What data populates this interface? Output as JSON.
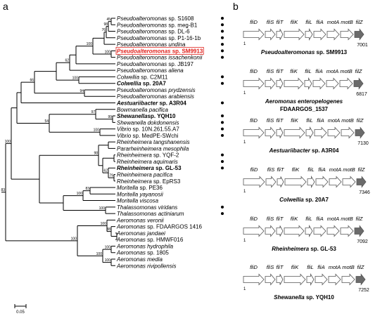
{
  "panels": {
    "a": "a",
    "b": "b"
  },
  "scale_bar": {
    "label": "0.05"
  },
  "tree": {
    "taxa": [
      {
        "genus": "Pseudoalteromonas",
        "rest": " sp. S1608",
        "style": "italic",
        "dot": true
      },
      {
        "genus": "Pseudoalteromonas",
        "rest": " sp. meg-B1",
        "style": "italic",
        "dot": true
      },
      {
        "genus": "Pseudoalteromonas",
        "rest": " sp. DL-6",
        "style": "italic",
        "dot": true
      },
      {
        "genus": "Pseudoalteromonas",
        "rest": " sp. P1-16-1b",
        "style": "italic",
        "dot": true
      },
      {
        "genus": "Pseudoalteromonas undina",
        "rest": "",
        "style": "italic",
        "dot": true
      },
      {
        "genus": "Pseudoalteromonas",
        "rest": " sp. SM9913",
        "style": "red-bold",
        "dot": true
      },
      {
        "genus": "Pseudoalteromonas issachenkonii",
        "rest": "",
        "style": "italic",
        "dot": true
      },
      {
        "genus": "Pseudoalteromonas",
        "rest": " sp. JB197",
        "style": "italic",
        "dot": false
      },
      {
        "genus": "Pseudoalteromonas aliena",
        "rest": "",
        "style": "italic",
        "dot": false
      },
      {
        "genus": "Colwellia",
        "rest": " sp. C2M11",
        "style": "italic",
        "dot": true
      },
      {
        "genus": "Colwellia",
        "rest": " sp. 20A7",
        "style": "bold",
        "dot": true
      },
      {
        "genus": "Pseudoalteromonas prydzensis",
        "rest": "",
        "style": "italic",
        "dot": false
      },
      {
        "genus": "Pseudoalteromonas arabiensis",
        "rest": "",
        "style": "italic",
        "dot": false
      },
      {
        "genus": "Aestuariibacter",
        "rest": " sp. A3R04",
        "style": "bold",
        "dot": true
      },
      {
        "genus": "Bowmanella pacifica",
        "rest": "",
        "style": "italic",
        "dot": false
      },
      {
        "genus": "Shewanella",
        "rest": "sp. YQH10",
        "style": "bold",
        "dot": true
      },
      {
        "genus": "Shewanella dokdonensis",
        "rest": "",
        "style": "italic",
        "dot": true
      },
      {
        "genus": "Vibrio",
        "rest": " sp. 10N.261.55.A7",
        "style": "italic",
        "dot": true
      },
      {
        "genus": "Vibrio",
        "rest": " sp. MedPE-SWchi",
        "style": "italic",
        "dot": true
      },
      {
        "genus": "Rheinheimera tangshanensis",
        "rest": "",
        "style": "italic",
        "dot": false
      },
      {
        "genus": "Pararheinheimera mesophila",
        "rest": "",
        "style": "italic",
        "dot": false
      },
      {
        "genus": "Rheinheimera",
        "rest": " sp. YQF-2",
        "style": "italic",
        "dot": true
      },
      {
        "genus": "Rheinheimera aquimaris",
        "rest": "",
        "style": "italic",
        "dot": true
      },
      {
        "genus": "Rheinheimera",
        "rest": " sp. GL-53",
        "style": "bold",
        "dot": true
      },
      {
        "genus": "Rheinheimera pacifica",
        "rest": "",
        "style": "italic",
        "dot": false
      },
      {
        "genus": "Rheinheimera",
        "rest": " sp. EpRS3",
        "style": "italic",
        "dot": false
      },
      {
        "genus": "Moritella",
        "rest": " sp. PE36",
        "style": "italic",
        "dot": false
      },
      {
        "genus": "Moritella yayanosii",
        "rest": "",
        "style": "italic",
        "dot": false
      },
      {
        "genus": "Moritella viscosa",
        "rest": "",
        "style": "italic",
        "dot": false
      },
      {
        "genus": "Thalassomonas viridans",
        "rest": "",
        "style": "italic",
        "dot": true
      },
      {
        "genus": "Thalassomonas actiniarum",
        "rest": "",
        "style": "italic",
        "dot": true
      },
      {
        "genus": "Aeromonas veronii",
        "rest": "",
        "style": "italic",
        "dot": false
      },
      {
        "genus": "Aeromonas",
        "rest": " sp. FDAARGOS 1416",
        "style": "italic",
        "dot": false
      },
      {
        "genus": "Aeromonas jandaei",
        "rest": "",
        "style": "italic",
        "dot": false
      },
      {
        "genus": "Aeromonas",
        "rest": " sp. HMWF016",
        "style": "italic",
        "dot": false
      },
      {
        "genus": "Aeromonas hydrophila",
        "rest": "",
        "style": "italic",
        "dot": false
      },
      {
        "genus": "Aeromonas",
        "rest": " sp. 1805",
        "style": "italic",
        "dot": false
      },
      {
        "genus": "Aeromonas media",
        "rest": "",
        "style": "italic",
        "dot": false
      },
      {
        "genus": "Aeromonas rivipollensis",
        "rest": "",
        "style": "italic",
        "dot": false
      }
    ],
    "bootstrap": [
      "45",
      "98",
      "76",
      "100",
      "100",
      "62",
      "100",
      "66",
      "94",
      "100",
      "54",
      "97",
      "99",
      "100",
      "98",
      "62",
      "79",
      "100",
      "83",
      "100",
      "100",
      "100",
      "88",
      "100",
      "100",
      "100",
      "83"
    ]
  },
  "operons": [
    {
      "genes": [
        "fliD",
        "fliS",
        "fliT",
        "fliK",
        "fliL",
        "fliA",
        "motA",
        "motB",
        "filZ"
      ],
      "start": "1",
      "end": "7001",
      "organism_genus": "Pseudoalteromonas",
      "organism_rest": " sp. SM9913",
      "organism_extra": ""
    },
    {
      "genes": [
        "fliD",
        "fliS",
        "fliT",
        "fliK",
        "fliL",
        "fliA",
        "motA",
        "motB",
        "filZ"
      ],
      "start": "1",
      "end": "6817",
      "organism_genus": "Aeromonas enteropelogenes",
      "organism_rest": "",
      "organism_extra": "FDAARGOS_1537"
    },
    {
      "genes": [
        "fliD",
        "fliS",
        "fliT",
        "fliK",
        "fliL",
        "fliA",
        "motA",
        "motB",
        "filZ"
      ],
      "start": "1",
      "end": "7130",
      "organism_genus": "Aestuariibacter",
      "organism_rest": " sp. A3R04",
      "organism_extra": ""
    },
    {
      "genes": [
        "fliD",
        "fliS",
        "fliT",
        "fliK",
        "fliL",
        "fliA",
        "motA",
        "motB",
        "filZ"
      ],
      "start": "1",
      "end": "7346",
      "organism_genus": "Colwellia",
      "organism_rest": " sp. 20A7",
      "organism_extra": ""
    },
    {
      "genes": [
        "fliD",
        "fliS",
        "fliT",
        "fliK",
        "fliL",
        "fliA",
        "motA",
        "motB",
        "filZ"
      ],
      "start": "1",
      "end": "7092",
      "organism_genus": "Rheinheimera",
      "organism_rest": " sp. GL-53",
      "organism_extra": ""
    },
    {
      "genes": [
        "fliD",
        "fliS",
        "fliT",
        "fliK",
        "fliL",
        "fliA",
        "motA",
        "motB",
        "filZ"
      ],
      "start": "1",
      "end": "7252",
      "organism_genus": "Shewanella",
      "organism_rest": " sp. YQH10",
      "organism_extra": ""
    }
  ],
  "colors": {
    "highlight": "#e0201b",
    "last_gene_fill": "#6b6b6b",
    "gene_outline": "#555555"
  }
}
